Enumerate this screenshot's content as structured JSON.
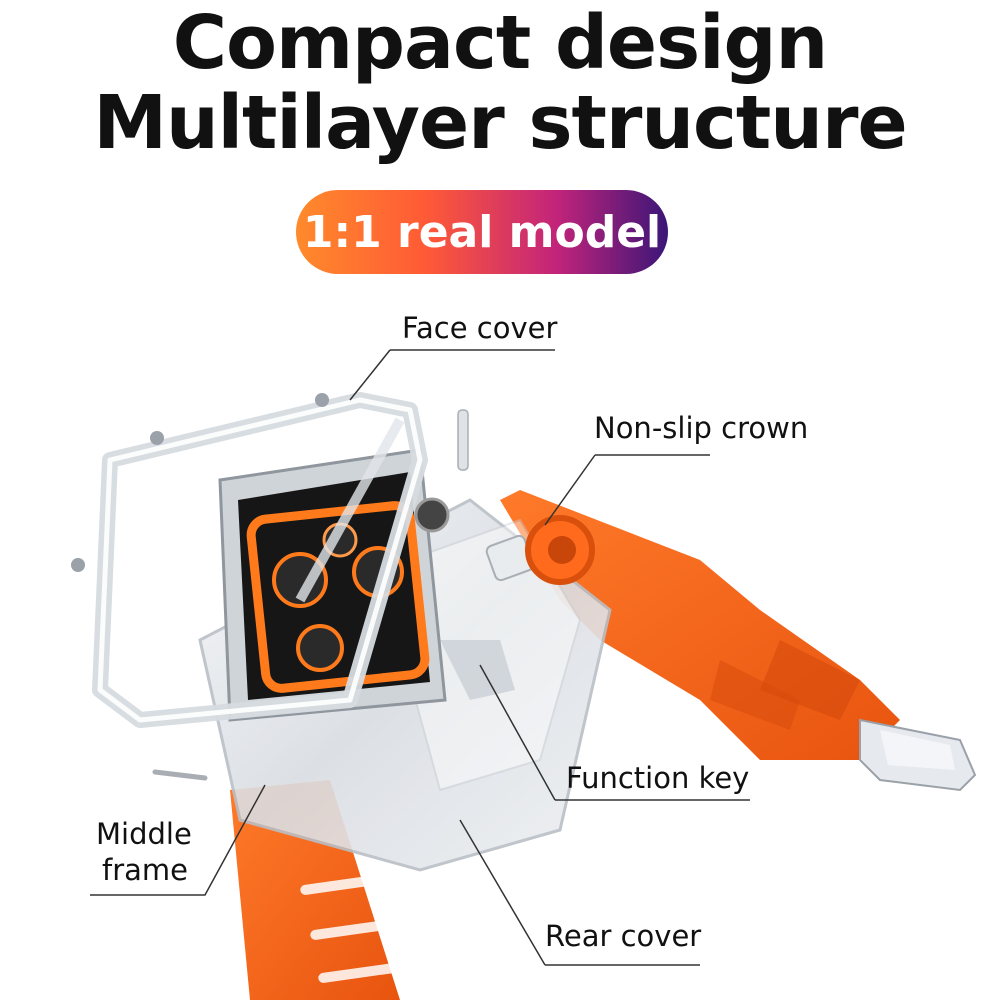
{
  "headline": {
    "line1": "Compact design",
    "line2": "Multilayer structure"
  },
  "badge": {
    "label": "1:1 real model",
    "gradient": [
      "#ff8a2b",
      "#ff5a36",
      "#c2247a",
      "#3b1678"
    ]
  },
  "callouts": {
    "face_cover": "Face cover",
    "non_slip_crown": "Non-slip crown",
    "function_key": "Function key",
    "middle_frame_line1": "Middle",
    "middle_frame_line2": "frame",
    "rear_cover": "Rear cover"
  },
  "colors": {
    "strap": "#ff6a1c",
    "strap_dark": "#e0520f",
    "watch_face_accent": "#ff7a1a",
    "leader_line": "#333333"
  }
}
